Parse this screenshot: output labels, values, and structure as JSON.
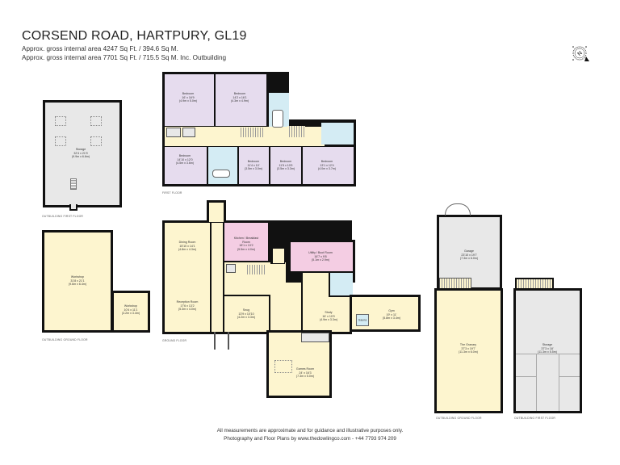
{
  "header": {
    "title": "CORSEND ROAD, HARTPURY, GL19",
    "area_line_1": "Approx. gross internal area 4247 Sq Ft. / 394.6 Sq M.",
    "area_line_2": "Approx. gross internal area 7701 Sq Ft. / 715.5 Sq M. Inc. Outbuilding"
  },
  "compass": {
    "icon": "north-compass-icon",
    "label": "N"
  },
  "floors": {
    "first_floor": {
      "caption": "FIRST FLOOR",
      "rooms": [
        {
          "name": "Bedroom",
          "size_imp": "16' x 16'9",
          "size_met": "(4.9m x 5.0m)"
        },
        {
          "name": "Bedroom",
          "size_imp": "14'2 x 16'1",
          "size_met": "(4.3m x 4.9m)"
        },
        {
          "name": "Bedroom",
          "size_imp": "14'10 x 12'0",
          "size_met": "(4.5m x 3.6m)"
        },
        {
          "name": "Bedroom",
          "size_imp": "11'4 x 10'",
          "size_met": "(3.5m x 3.0m)"
        },
        {
          "name": "Bedroom",
          "size_imp": "11'5 x 10'9",
          "size_met": "(3.5m x 3.3m)"
        },
        {
          "name": "Bedroom",
          "size_imp": "13'1 x 12'4",
          "size_met": "(4.0m x 3.7m)"
        }
      ]
    },
    "ground_floor": {
      "caption": "GROUND FLOOR",
      "rooms": [
        {
          "name": "Dining Room",
          "size_imp": "15'10 x 14'1",
          "size_met": "(4.8m x 4.3m)"
        },
        {
          "name": "Reception Room",
          "size_imp": "17'6 x 13'2",
          "size_met": "(5.3m x 4.0m)"
        },
        {
          "name": "Kitchen / Breakfast Room",
          "size_imp": "18'1 x 13'2",
          "size_met": "(5.5m x 4.0m)"
        },
        {
          "name": "Snug",
          "size_imp": "13'9 x 10'10",
          "size_met": "(4.2m x 3.3m)"
        },
        {
          "name": "Utility / Boot Room",
          "size_imp": "16'7 x 9'8",
          "size_met": "(5.1m x 2.9m)"
        },
        {
          "name": "Study",
          "size_imp": "16' x 10'9",
          "size_met": "(4.9m x 3.3m)"
        },
        {
          "name": "Gym",
          "size_imp": "19' x 11'",
          "size_met": "(5.8m x 3.4m)"
        },
        {
          "name": "Sauna",
          "size_imp": "",
          "size_met": ""
        },
        {
          "name": "Games Room",
          "size_imp": "24' x 16'3",
          "size_met": "(7.3m x 5.0m)"
        }
      ]
    },
    "outbuilding_first_floor_left": {
      "caption": "OUTBUILDING FIRST FLOOR",
      "rooms": [
        {
          "name": "Storage",
          "size_imp": "32'4 x 21'9",
          "size_met": "(9.9m x 6.6m)"
        }
      ]
    },
    "outbuilding_ground_floor_left": {
      "caption": "OUTBUILDING GROUND FLOOR",
      "rooms": [
        {
          "name": "Workshop",
          "size_imp": "31'8 x 21'1",
          "size_met": "(9.6m x 6.4m)"
        },
        {
          "name": "Workshop",
          "size_imp": "10'4 x 11'1",
          "size_met": "(3.2m x 3.4m)"
        }
      ]
    },
    "outbuilding_ground_floor_right": {
      "caption": "OUTBUILDING GROUND FLOOR",
      "rooms": [
        {
          "name": "Garage",
          "size_imp": "23'10 x 19'7",
          "size_met": "(7.3m x 6.0m)"
        },
        {
          "name": "The Granary",
          "size_imp": "37'3 x 19'7",
          "size_met": "(11.3m x 6.0m)"
        }
      ]
    },
    "outbuilding_first_floor_right": {
      "caption": "OUTBUILDING FIRST FLOOR",
      "rooms": [
        {
          "name": "Storage",
          "size_imp": "37'3 x 18'",
          "size_met": "(11.3m x 5.5m)"
        }
      ]
    }
  },
  "footer": {
    "line_1": "All measurements are approximate and for guidance and illustrative purposes only.",
    "line_2": "Photography and Floor Plans by www.thedowlingco.com - +44 7793 974 209"
  },
  "colors": {
    "living": "#fdf5cf",
    "bedroom": "#e6dcee",
    "kitchen": "#f4cde3",
    "bathroom": "#d4ecf4",
    "storage": "#e8e8e8",
    "wall": "#111111"
  }
}
